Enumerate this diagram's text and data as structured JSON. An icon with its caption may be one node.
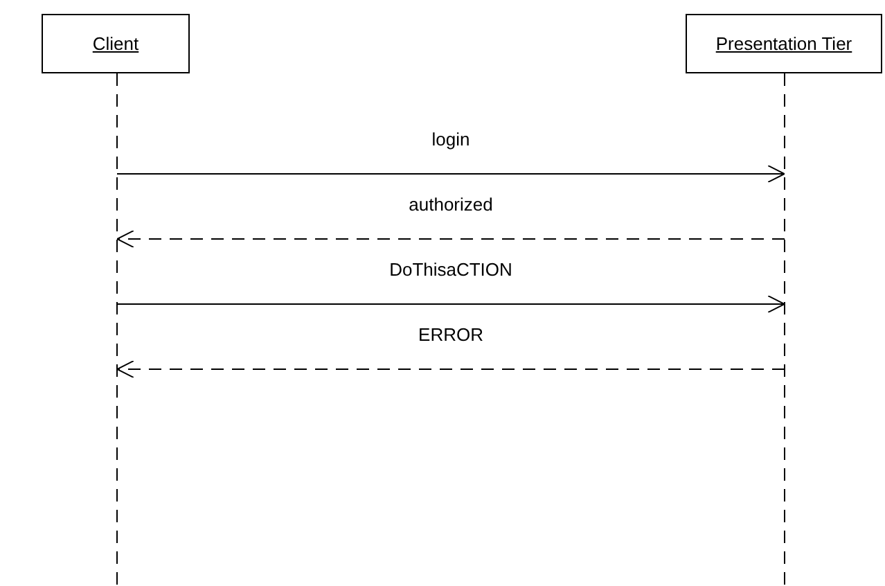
{
  "diagram": {
    "nodes": [
      {
        "text": [
          "Client"
        ]
      },
      {
        "text": [
          "Presentation Tier"
        ]
      }
    ],
    "edges": [
      {
        "from": 0,
        "to": 1,
        "arrow": "to",
        "label": "login"
      },
      {
        "from": 1,
        "to": 0,
        "arrow": "to",
        "label": "authorized",
        "style": "dashed"
      },
      {
        "from": 0,
        "to": 1,
        "arrow": "to",
        "label": "DoThisaCTION"
      },
      {
        "from": 1,
        "to": 0,
        "arrow": "to",
        "label": "ERROR",
        "style": "dashed"
      }
    ]
  }
}
